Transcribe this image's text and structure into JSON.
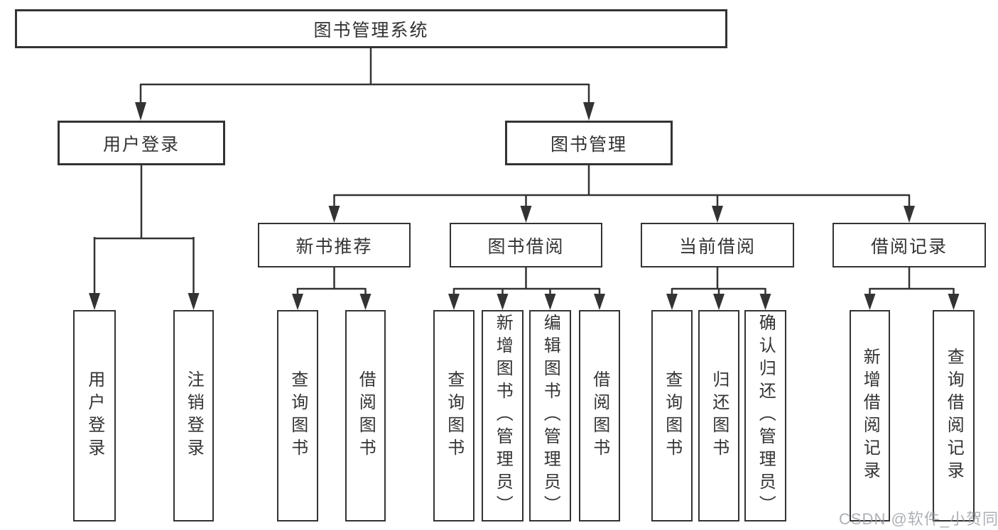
{
  "diagram": {
    "root": {
      "label": "图书管理系统"
    },
    "branches": [
      {
        "label": "用户登录",
        "leaves": [
          {
            "label": "用户登录"
          },
          {
            "label": "注销登录"
          }
        ]
      },
      {
        "label": "图书管理",
        "sections": [
          {
            "label": "新书推荐",
            "leaves": [
              {
                "label": "查询图书"
              },
              {
                "label": "借阅图书"
              }
            ]
          },
          {
            "label": "图书借阅",
            "leaves": [
              {
                "label": "查询图书"
              },
              {
                "label": "新增图书（管理员）"
              },
              {
                "label": "编辑图书（管理员）"
              },
              {
                "label": "借阅图书"
              }
            ]
          },
          {
            "label": "当前借阅",
            "leaves": [
              {
                "label": "查询图书"
              },
              {
                "label": "归还图书"
              },
              {
                "label": "确认归还（管理员）"
              }
            ]
          },
          {
            "label": "借阅记录",
            "leaves": [
              {
                "label": "新增借阅记录"
              },
              {
                "label": "查询借阅记录"
              }
            ]
          }
        ]
      }
    ]
  },
  "watermark": "CSDN @软件_小贺同学",
  "colors": {
    "line": "#333333",
    "text": "#333333",
    "background": "#ffffff",
    "watermark_gray": "#9196a0"
  }
}
